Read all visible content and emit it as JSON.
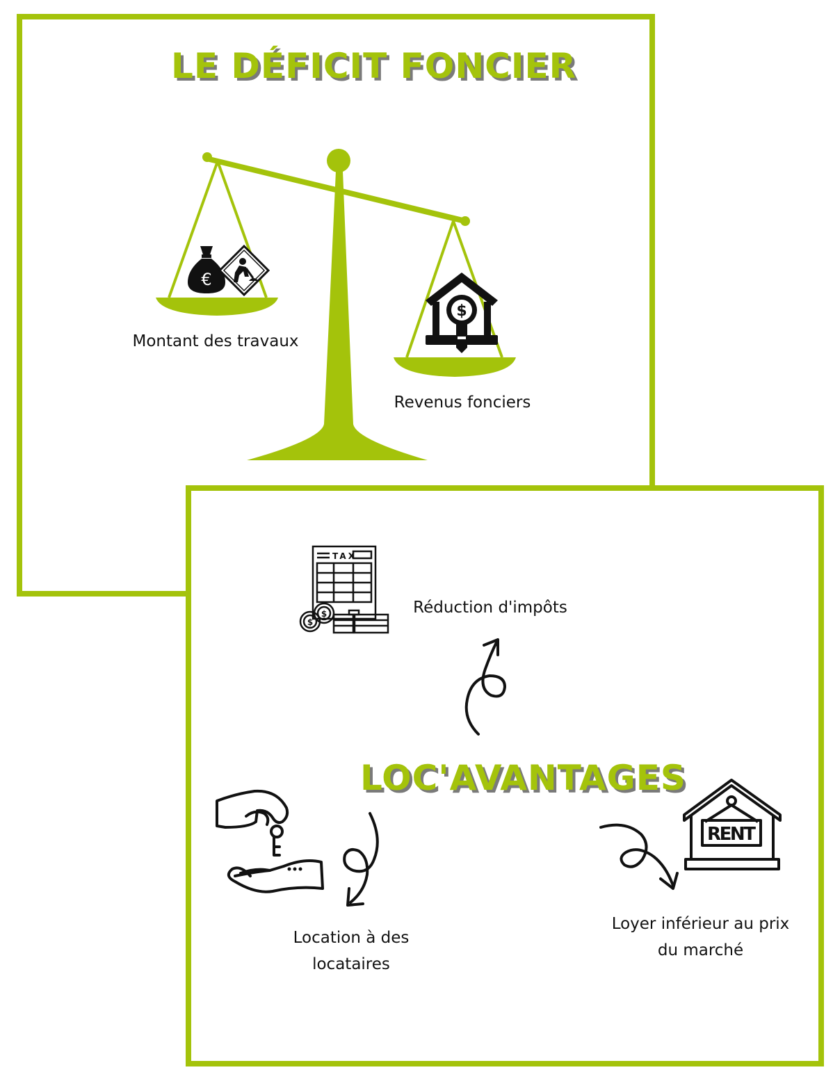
{
  "colors": {
    "accent": "#a4c30b",
    "shadow": "#7a7a7a",
    "ink": "#111111"
  },
  "panel_top": {
    "title": "Le déficit foncier",
    "left_pan_label": "Montant des travaux",
    "right_pan_label": "Revenus fonciers",
    "icons": [
      "money-bag-euro-icon",
      "construction-worker-sign-icon",
      "house-key-dollar-icon",
      "scale-icon"
    ]
  },
  "panel_bottom": {
    "title": "Loc'avantages",
    "items": [
      {
        "label": "Réduction d'impôts",
        "icon": "tax-document-coins-icon"
      },
      {
        "label_line1": "Location à des",
        "label_line2": "locataires",
        "icon": "hand-giving-keys-icon"
      },
      {
        "label_line1": "Loyer inférieur au prix",
        "label_line2": "du marché",
        "icon": "rent-house-sign-icon"
      }
    ]
  }
}
